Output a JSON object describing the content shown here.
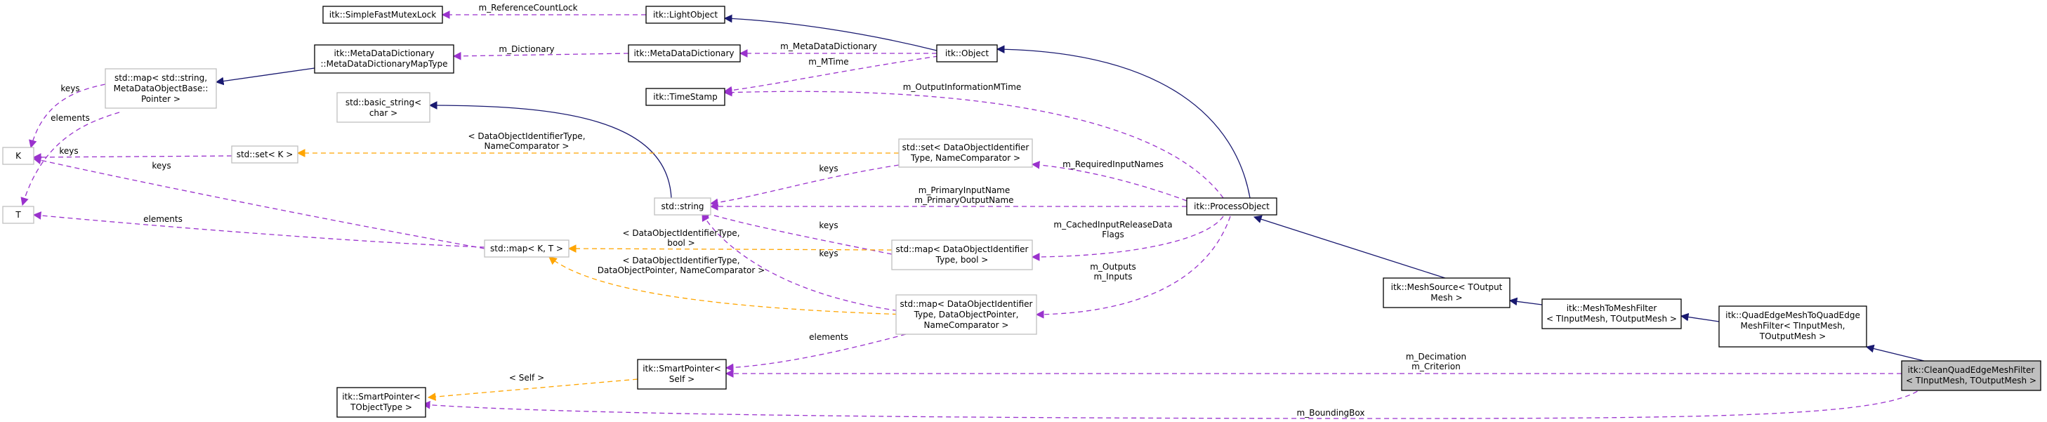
{
  "nodes": {
    "sfml": [
      "itk::SimpleFastMutexLock"
    ],
    "lightobj": [
      "itk::LightObject"
    ],
    "mdd": [
      "itk::MetaDataDictionary"
    ],
    "object": [
      "itk::Object"
    ],
    "mddmap": [
      "itk::MetaDataDictionary",
      "::MetaDataDictionaryMapType"
    ],
    "timestamp": [
      "itk::TimeStamp"
    ],
    "stdmap_mdo": [
      "std::map< std::string,",
      "MetaDataObjectBase::",
      "Pointer >"
    ],
    "basic_string": [
      "std::basic_string<",
      "char >"
    ],
    "K": [
      "K"
    ],
    "stdset_K": [
      "std::set< K >"
    ],
    "stdset_doi": [
      "std::set< DataObjectIdentifier",
      "Type, NameComparator >"
    ],
    "stdstring": [
      "std::string"
    ],
    "processobject": [
      "itk::ProcessObject"
    ],
    "T": [
      "T"
    ],
    "stdmap_KT": [
      "std::map< K, T >"
    ],
    "stdmap_bool": [
      "std::map< DataObjectIdentifier",
      "Type, bool >"
    ],
    "stdmap_dop": [
      "std::map< DataObjectIdentifier",
      "Type, DataObjectPointer,",
      "NameComparator >"
    ],
    "meshsource": [
      "itk::MeshSource< TOutput",
      "Mesh >"
    ],
    "meshtomesh": [
      "itk::MeshToMeshFilter",
      "< TInputMesh, TOutputMesh >"
    ],
    "qemtoqem": [
      "itk::QuadEdgeMeshToQuadEdge",
      "MeshFilter< TInputMesh,",
      "TOutputMesh >"
    ],
    "clean": [
      "itk::CleanQuadEdgeMeshFilter",
      "< TInputMesh, TOutputMesh >"
    ],
    "sp_self": [
      "itk::SmartPointer<",
      "Self >"
    ],
    "sp_tobj": [
      "itk::SmartPointer<",
      "TObjectType >"
    ]
  },
  "edge_labels": {
    "m_refcountlock": [
      "m_ReferenceCountLock"
    ],
    "m_dictionary": [
      "m_Dictionary"
    ],
    "m_metadatadictionary": [
      "m_MetaDataDictionary"
    ],
    "m_mtime": [
      "m_MTime"
    ],
    "m_outputinfo": [
      "m_OutputInformationMTime"
    ],
    "keys_mdo": [
      "keys"
    ],
    "elements_mdo": [
      "elements"
    ],
    "set_doi": [
      "< DataObjectIdentifierType,",
      "NameComparator >"
    ],
    "keys_set": [
      "keys"
    ],
    "keys_map": [
      "keys"
    ],
    "m_required": [
      "m_RequiredInputNames"
    ],
    "keys_doi": [
      "keys"
    ],
    "m_primary": [
      "m_PrimaryInputName",
      "m_PrimaryOutputName"
    ],
    "elements_T": [
      "elements"
    ],
    "keys_bool1": [
      "keys"
    ],
    "keys_bool2": [
      "keys"
    ],
    "map_bool": [
      "< DataObjectIdentifierType,",
      "bool >"
    ],
    "m_cached": [
      "m_CachedInputReleaseData",
      "Flags"
    ],
    "m_outputs": [
      "m_Outputs",
      "m_Inputs"
    ],
    "map_dop": [
      "< DataObjectIdentifierType,",
      "DataObjectPointer, NameComparator >"
    ],
    "elements_dop": [
      "elements"
    ],
    "m_decimation": [
      "m_Decimation",
      "m_Criterion"
    ],
    "self_tpl": [
      "< Self >"
    ],
    "m_bbox": [
      "m_BoundingBox"
    ]
  },
  "colors": {
    "inheritance": "#191970",
    "usage": "#9a32cd",
    "template": "#ffa500",
    "node_border_solid": "#000000",
    "node_border_gray": "#bfbfbf",
    "highlight_fill": "#bfbfbf"
  }
}
